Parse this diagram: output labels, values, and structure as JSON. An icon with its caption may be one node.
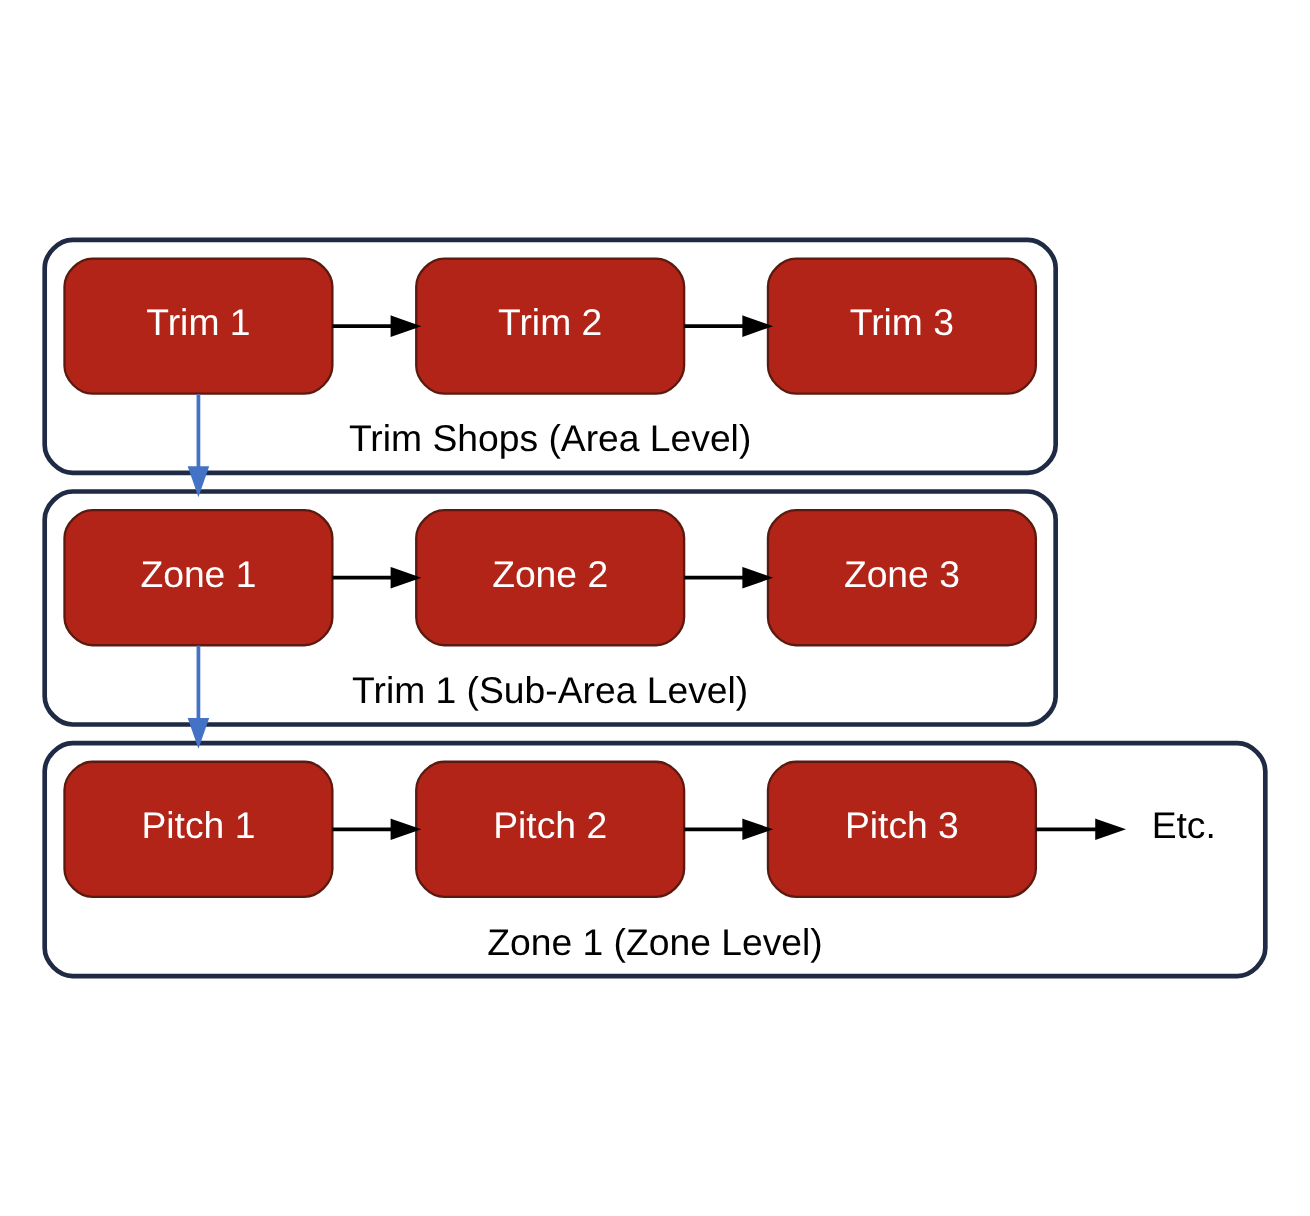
{
  "diagram": {
    "nodes": [
      {
        "text": [
          "Trim Shops (Area Level)"
        ]
      },
      {
        "text": [
          "Trim 1"
        ],
        "in": 0
      },
      {
        "text": [
          "Trim 2"
        ],
        "in": 0
      },
      {
        "text": [
          "Trim 3"
        ],
        "in": 0
      },
      {
        "text": [
          "Trim 1 (Sub-Area Level)"
        ]
      },
      {
        "text": [
          "Zone 1"
        ],
        "in": 4
      },
      {
        "text": [
          "Zone 2"
        ],
        "in": 4
      },
      {
        "text": [
          "Zone 3"
        ],
        "in": 4
      },
      {
        "text": [
          "Zone 1 (Zone Level)"
        ]
      },
      {
        "text": [
          "Pitch 1"
        ],
        "in": 8
      },
      {
        "text": [
          "Pitch 2"
        ],
        "in": 8
      },
      {
        "text": [
          "Pitch 3"
        ],
        "in": 8
      },
      {
        "text": [
          "Etc."
        ],
        "in": 8
      }
    ],
    "edges": [
      {
        "from": 1,
        "to": 2,
        "arrow": "to"
      },
      {
        "from": 2,
        "to": 3,
        "arrow": "to"
      },
      {
        "from": 1,
        "to": 4,
        "arrow": "to",
        "color": "#4472c4"
      },
      {
        "from": 5,
        "to": 6,
        "arrow": "to"
      },
      {
        "from": 6,
        "to": 7,
        "arrow": "to"
      },
      {
        "from": 5,
        "to": 8,
        "arrow": "to",
        "color": "#4472c4"
      },
      {
        "from": 9,
        "to": 10,
        "arrow": "to"
      },
      {
        "from": 10,
        "to": 11,
        "arrow": "to"
      },
      {
        "from": 11,
        "to": 12,
        "arrow": "to"
      }
    ]
  }
}
